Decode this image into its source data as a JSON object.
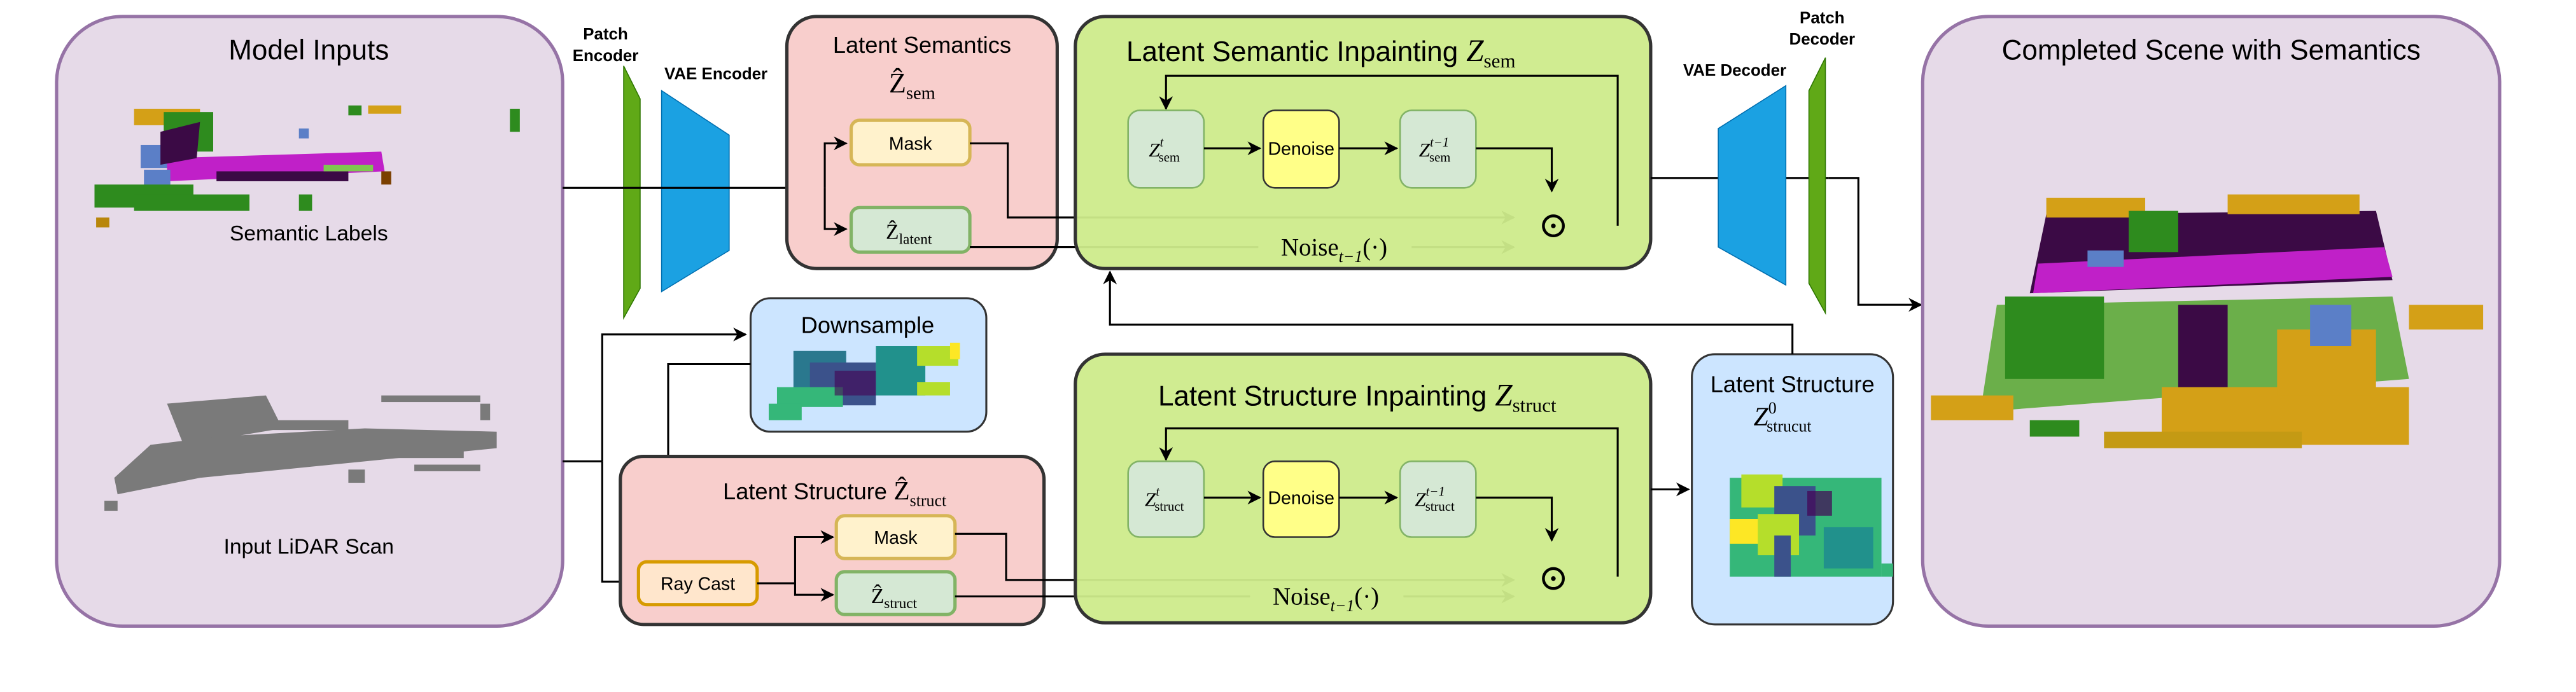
{
  "model_inputs": {
    "title": "Model Inputs",
    "semantic_labels_caption": "Semantic Labels",
    "lidar_caption": "Input LiDAR Scan"
  },
  "encoders": {
    "patch_encoder_line1": "Patch",
    "patch_encoder_line2": "Encoder",
    "vae_encoder": "VAE Encoder",
    "vae_decoder": "VAE Decoder",
    "patch_decoder_line1": "Patch",
    "patch_decoder_line2": "Decoder"
  },
  "latent_semantics": {
    "title": "Latent Semantics",
    "symbol": "Ẑ",
    "symbol_sub": "sem",
    "mask_label": "Mask",
    "latent_symbol": "Ẑ",
    "latent_sub": "latent"
  },
  "semantic_inpainting": {
    "title": "Latent Semantic Inpainting",
    "symbol": "Z",
    "symbol_sub": "sem",
    "zt_symbol": "Z",
    "zt_sup": "t",
    "zt_sub": "sem",
    "denoise_label": "Denoise",
    "zt1_symbol": "Z",
    "zt1_sup": "t−1",
    "zt1_sub": "sem",
    "noise_label": "Noise",
    "noise_sub": "t−1",
    "noise_arg": "(·)",
    "hadamard": "⊙"
  },
  "downsample": {
    "title": "Downsample"
  },
  "latent_structure": {
    "title": "Latent Structure",
    "symbol": "Ẑ",
    "symbol_sub": "struct",
    "raycast_label": "Ray Cast",
    "mask_label": "Mask",
    "latent_symbol": "Ẑ",
    "latent_sub": "struct"
  },
  "structure_inpainting": {
    "title": "Latent Structure Inpainting",
    "symbol": "Z",
    "symbol_sub": "struct",
    "zt_symbol": "Z",
    "zt_sup": "t",
    "zt_sub": "struct",
    "denoise_label": "Denoise",
    "zt1_symbol": "Z",
    "zt1_sup": "t−1",
    "zt1_sub": "struct",
    "noise_label": "Noise",
    "noise_sub": "t−1",
    "noise_arg": "(·)",
    "hadamard": "⊙"
  },
  "latent_structure_out": {
    "title": "Latent Structure",
    "symbol": "Z",
    "symbol_sup": "0",
    "symbol_sub": "strucut"
  },
  "completed_scene": {
    "title": "Completed Scene with Semantics"
  },
  "colors": {
    "purple_fill": "#E6DAE8",
    "purple_stroke": "#9673A6",
    "pink_fill": "#F8CECC",
    "green_fill": "#CDEB8B",
    "blue_fill": "#CCE5FF",
    "mask_fill": "#FFF2CC",
    "mask_stroke": "#D6B656",
    "latent_fill": "#D5E8D4",
    "latent_stroke": "#82B366",
    "denoise_fill": "#FFFF88",
    "raycast_fill": "#FFE6CC",
    "raycast_stroke": "#D79B00",
    "vae_blue": "#1BA1E2",
    "patch_green": "#60A917"
  }
}
